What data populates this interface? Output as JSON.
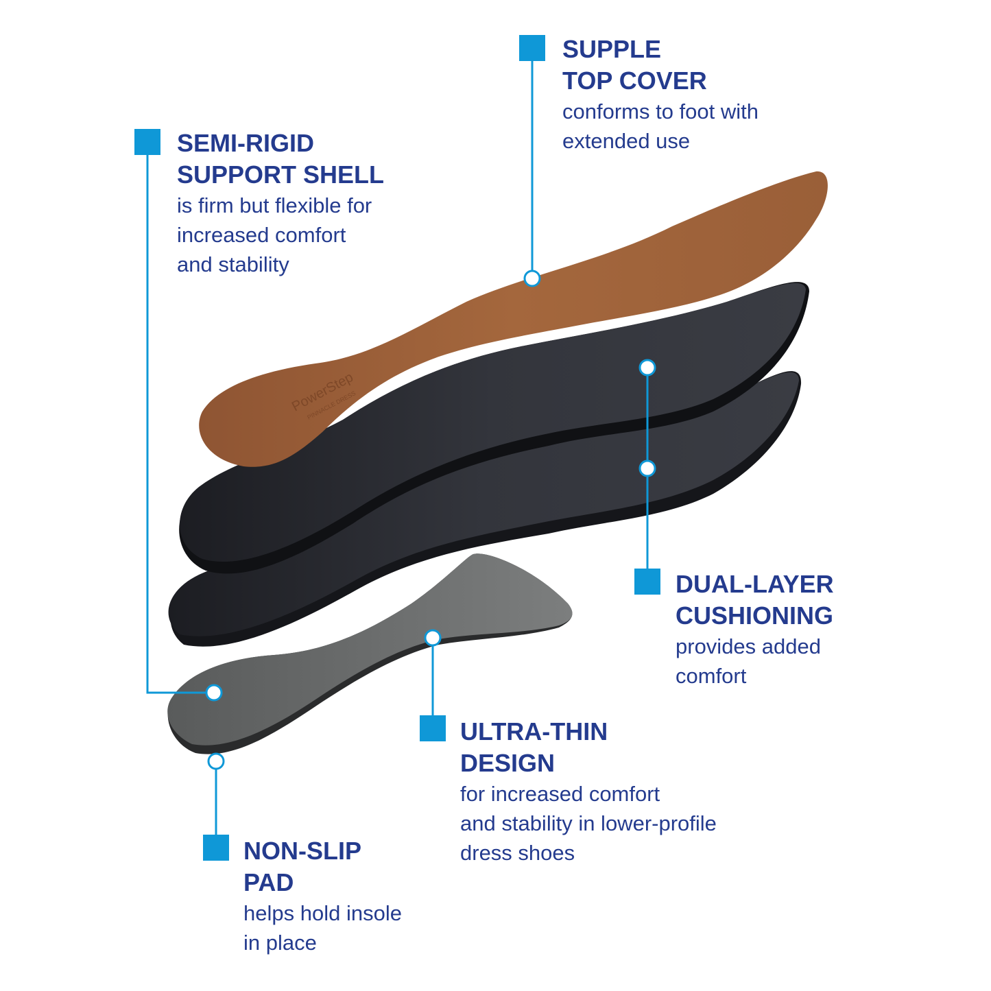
{
  "colors": {
    "accent": "#0f98d7",
    "text": "#243b8e",
    "top_cover": "#9a5f38",
    "shell": "#2b2d33",
    "cushion": "#2e3036",
    "pad": "#6b6d6d"
  },
  "callouts": {
    "top_cover": {
      "title_lines": [
        "SUPPLE",
        "TOP COVER"
      ],
      "desc_lines": [
        "conforms to foot with",
        "extended use"
      ]
    },
    "shell": {
      "title_lines": [
        "SEMI-RIGID",
        "SUPPORT SHELL"
      ],
      "desc_lines": [
        "is firm but flexible for",
        "increased comfort",
        "and stability"
      ]
    },
    "cushioning": {
      "title_lines": [
        "DUAL-LAYER",
        "CUSHIONING"
      ],
      "desc_lines": [
        "provides added",
        "comfort"
      ]
    },
    "ultra_thin": {
      "title_lines": [
        "ULTRA-THIN",
        "DESIGN"
      ],
      "desc_lines": [
        "for increased comfort",
        "and stability in lower-profile",
        "dress shoes"
      ]
    },
    "non_slip": {
      "title_lines": [
        "NON-SLIP",
        "PAD"
      ],
      "desc_lines": [
        "helps hold insole",
        "in place"
      ]
    }
  },
  "insole_logo": {
    "brand": "PowerStep",
    "model": "PINNACLE DRESS"
  }
}
